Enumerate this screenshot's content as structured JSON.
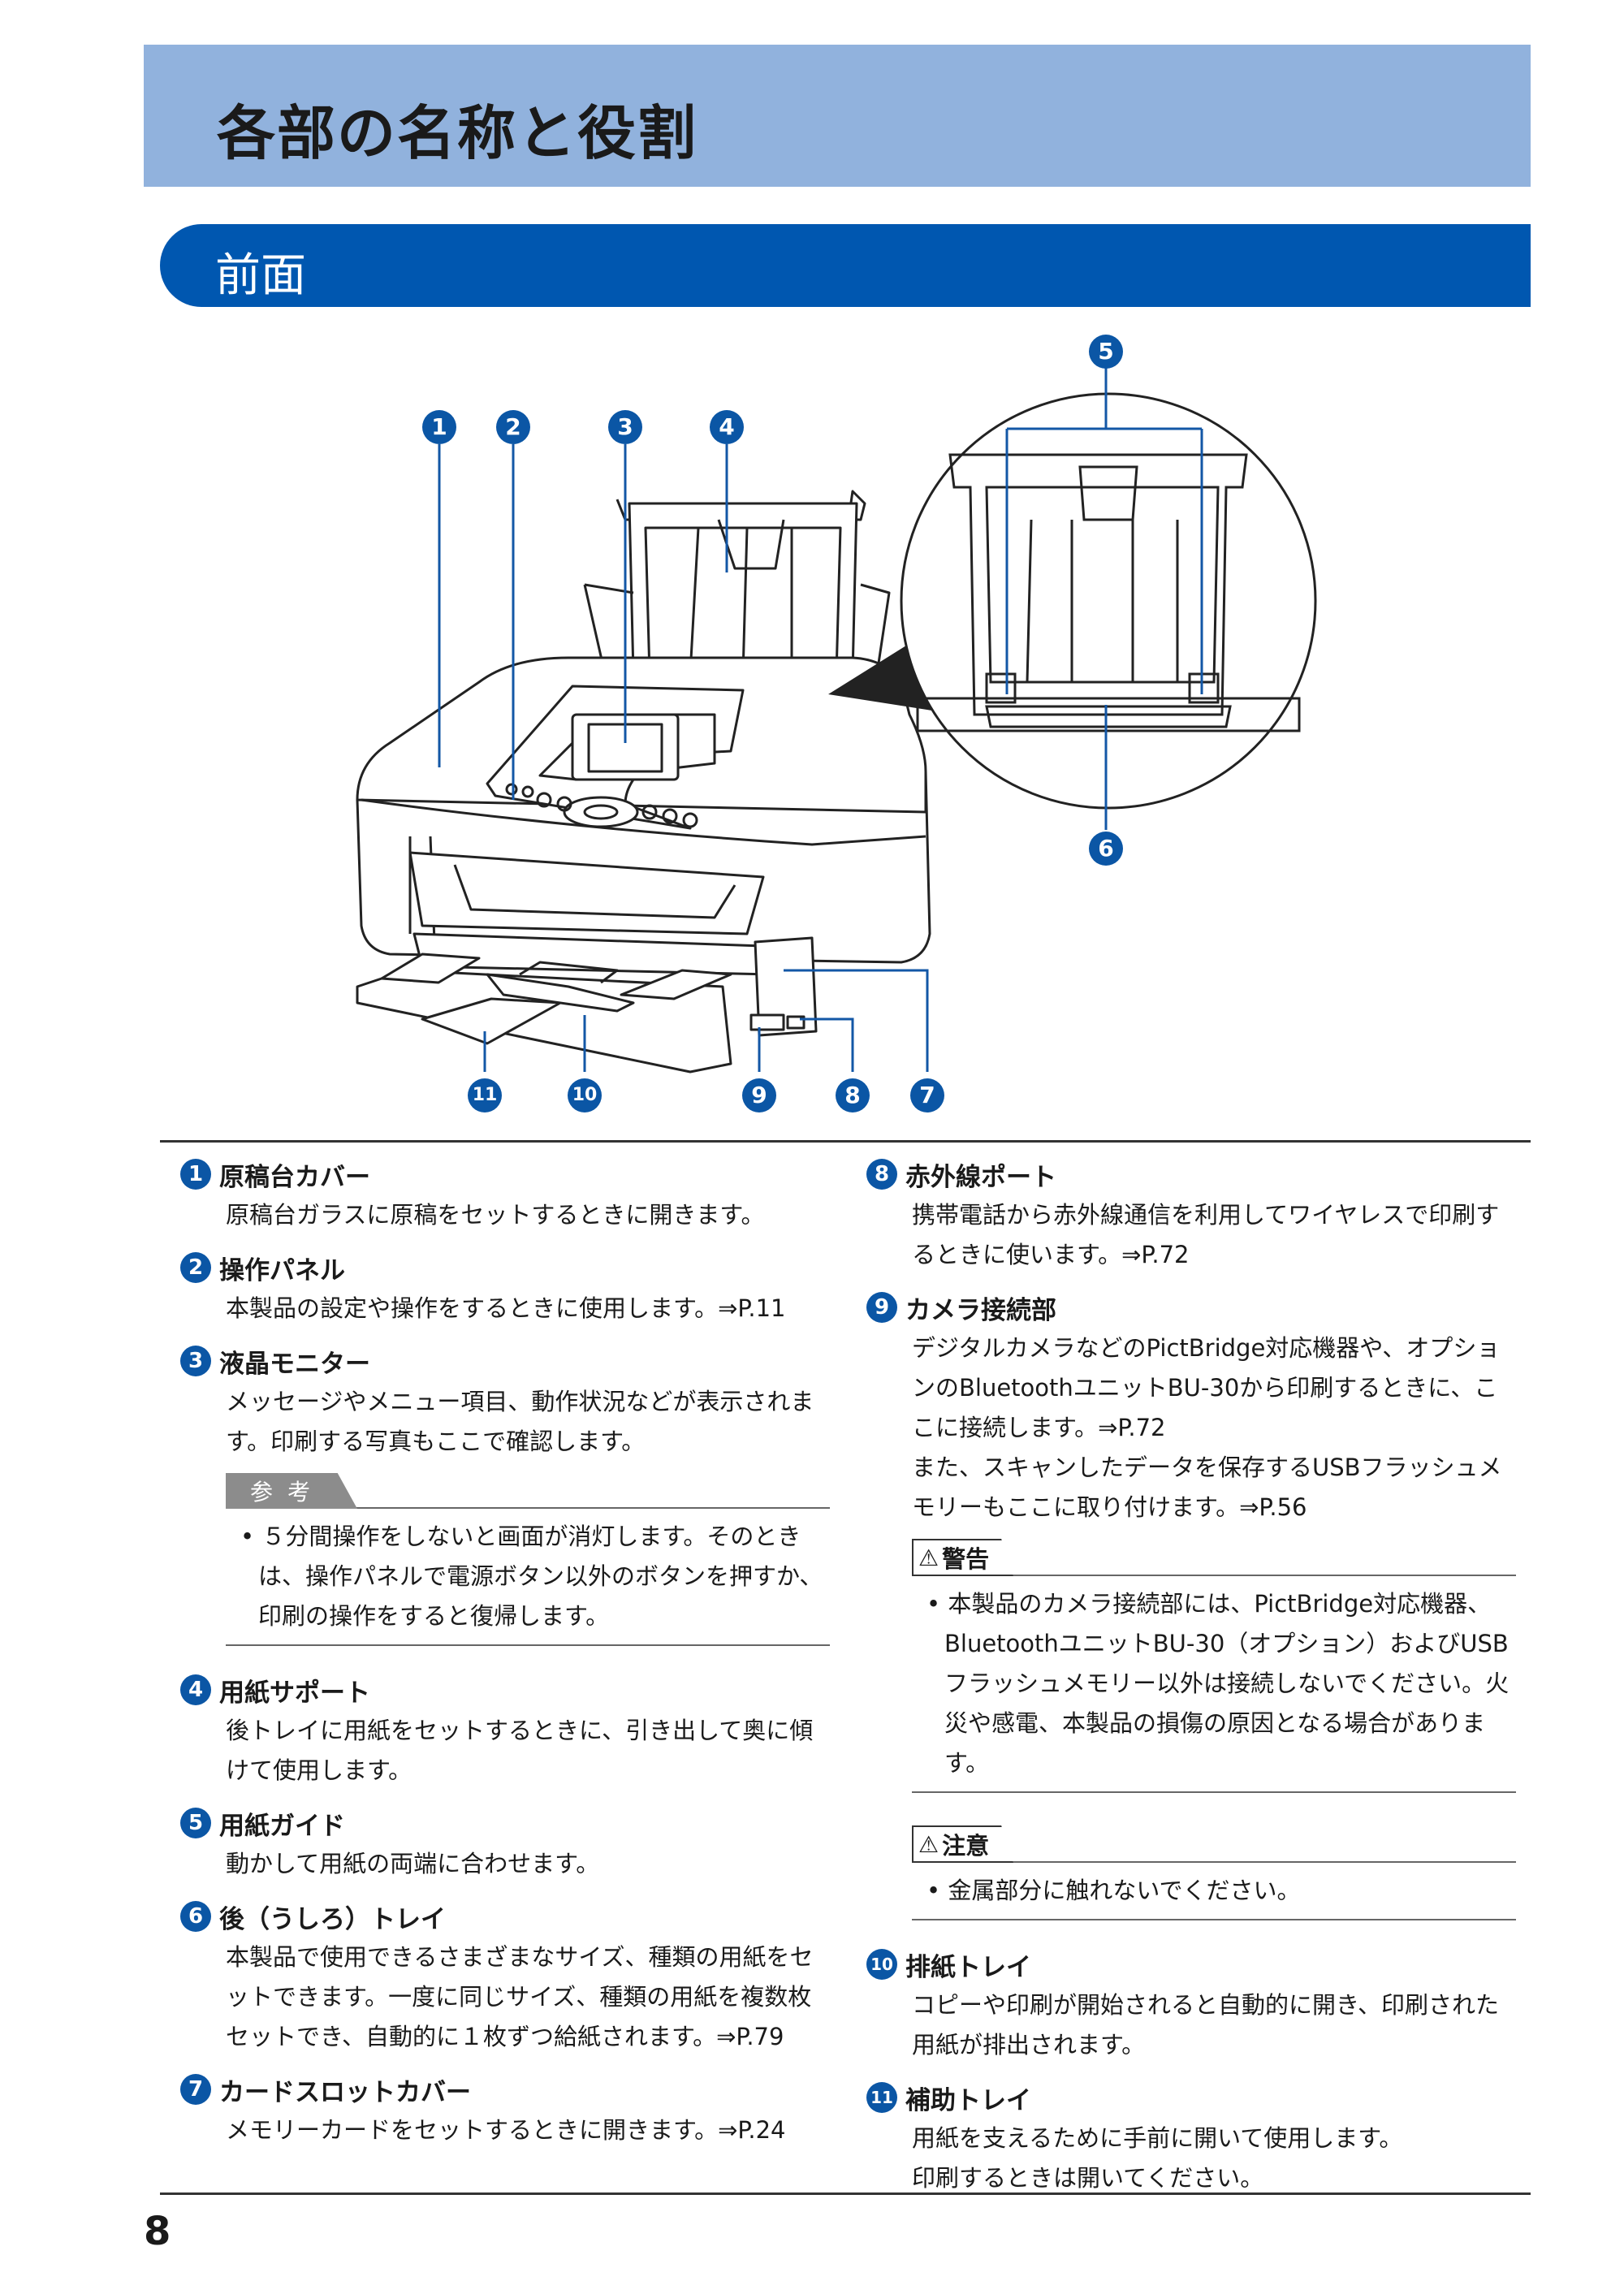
{
  "page": {
    "title": "各部の名称と役割",
    "section": "前面",
    "page_number": "8"
  },
  "callouts": [
    "1",
    "2",
    "3",
    "4",
    "5",
    "6",
    "7",
    "8",
    "9",
    "10",
    "11"
  ],
  "items_left": [
    {
      "num": "1",
      "title": "原稿台カバー",
      "body": "原稿台ガラスに原稿をセットするときに開きます。"
    },
    {
      "num": "2",
      "title": "操作パネル",
      "body": "本製品の設定や操作をするときに使用します。⇒P.11"
    },
    {
      "num": "3",
      "title": "液晶モニター",
      "body": "メッセージやメニュー項目、動作状況などが表示されます。印刷する写真もここで確認します。"
    },
    {
      "num": "4",
      "title": "用紙サポート",
      "body": "後トレイに用紙をセットするときに、引き出して奥に傾けて使用します。"
    },
    {
      "num": "5",
      "title": "用紙ガイド",
      "body": "動かして用紙の両端に合わせます。"
    },
    {
      "num": "6",
      "title": "後（うしろ）トレイ",
      "body": "本製品で使用できるさまざまなサイズ、種類の用紙をセットできます。一度に同じサイズ、種類の用紙を複数枚セットでき、自動的に１枚ずつ給紙されます。⇒P.79"
    },
    {
      "num": "7",
      "title": "カードスロットカバー",
      "body": "メモリーカードをセットするときに開きます。⇒P.24"
    }
  ],
  "note_ref": {
    "label": "参考",
    "text": "• ５分間操作をしないと画面が消灯します。そのときは、操作パネルで電源ボタン以外のボタンを押すか、印刷の操作をすると復帰します。"
  },
  "items_right": [
    {
      "num": "8",
      "title": "赤外線ポート",
      "body": "携帯電話から赤外線通信を利用してワイヤレスで印刷するときに使います。⇒P.72"
    },
    {
      "num": "9",
      "title": "カメラ接続部",
      "body": "デジタルカメラなどのPictBridge対応機器や、オプションのBluetoothユニットBU-30から印刷するときに、ここに接続します。⇒P.72",
      "body2": "また、スキャンしたデータを保存するUSBフラッシュメモリーもここに取り付けます。⇒P.56"
    },
    {
      "num": "10",
      "title": "排紙トレイ",
      "body": "コピーや印刷が開始されると自動的に開き、印刷された用紙が排出されます。"
    },
    {
      "num": "11",
      "title": "補助トレイ",
      "body": "用紙を支えるために手前に開いて使用します。",
      "body2": "印刷するときは開いてください。"
    }
  ],
  "note_warning": {
    "label": "警告",
    "text": "• 本製品のカメラ接続部には、PictBridge対応機器、BluetoothユニットBU-30（オプション）およびUSBフラッシュメモリー以外は接続しないでください。火災や感電、本製品の損傷の原因となる場合があります。"
  },
  "note_caution": {
    "label": "注意",
    "text": "• 金属部分に触れないでください。"
  },
  "icons": {
    "warning": "warning-triangle-icon"
  }
}
